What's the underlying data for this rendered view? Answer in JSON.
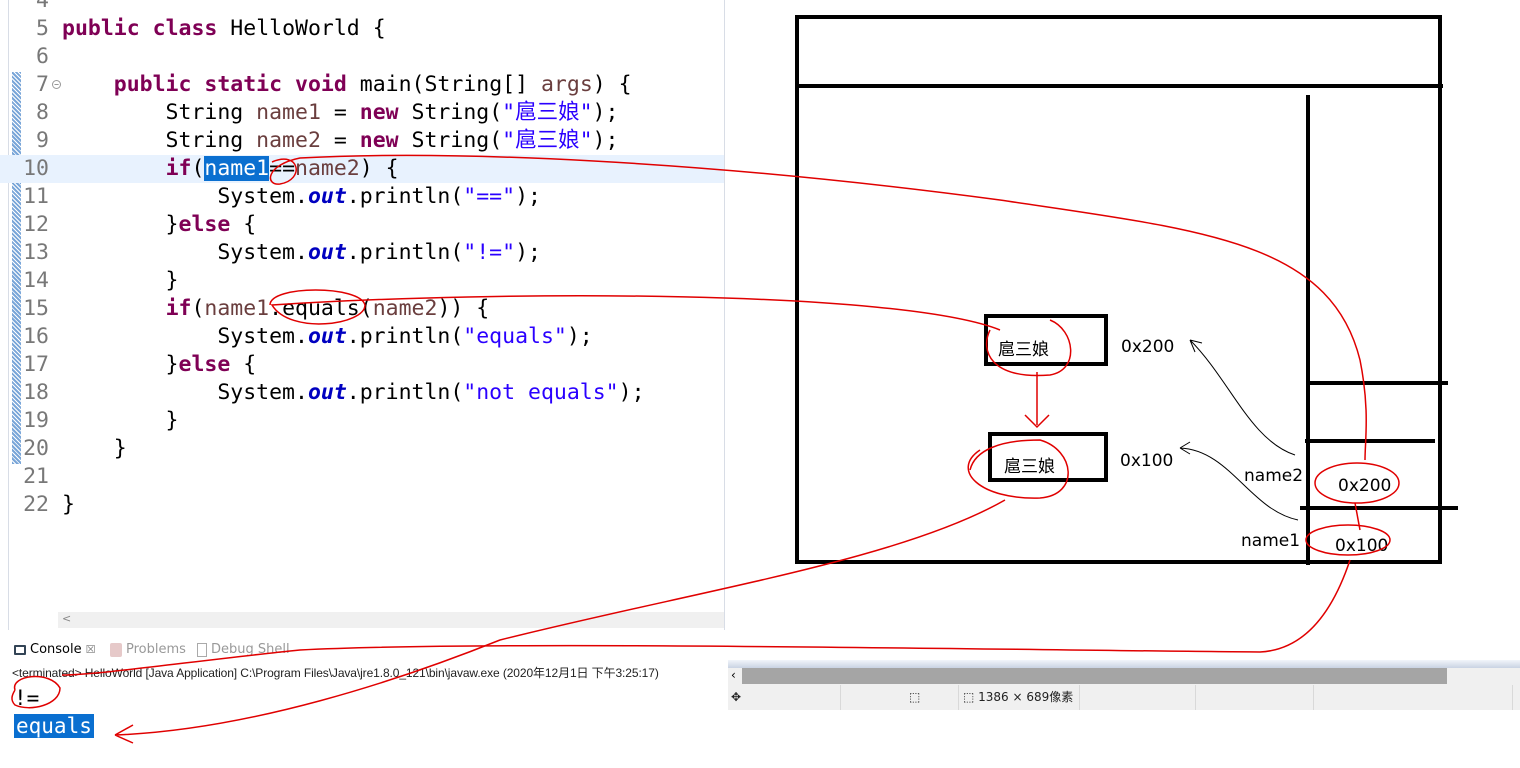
{
  "editor": {
    "lines": [
      {
        "num": "4",
        "tokens": []
      },
      {
        "num": "5",
        "tokens": [
          [
            "kw",
            "public"
          ],
          [
            "p",
            " "
          ],
          [
            "kw",
            "class"
          ],
          [
            "p",
            " HelloWorld {"
          ]
        ]
      },
      {
        "num": "6",
        "tokens": []
      },
      {
        "num": "7",
        "tokens": [
          [
            "p",
            "    "
          ],
          [
            "kw",
            "public"
          ],
          [
            "p",
            " "
          ],
          [
            "kw",
            "static"
          ],
          [
            "p",
            " "
          ],
          [
            "kw",
            "void"
          ],
          [
            "p",
            " main(String[] "
          ],
          [
            "var",
            "args"
          ],
          [
            "p",
            ") {"
          ]
        ]
      },
      {
        "num": "8",
        "tokens": [
          [
            "p",
            "        String "
          ],
          [
            "var",
            "name1"
          ],
          [
            "p",
            " = "
          ],
          [
            "kw",
            "new"
          ],
          [
            "p",
            " String("
          ],
          [
            "str",
            "\"扈三娘\""
          ],
          [
            "p",
            ");"
          ]
        ]
      },
      {
        "num": "9",
        "tokens": [
          [
            "p",
            "        String "
          ],
          [
            "var",
            "name2"
          ],
          [
            "p",
            " = "
          ],
          [
            "kw",
            "new"
          ],
          [
            "p",
            " String("
          ],
          [
            "str",
            "\"扈三娘\""
          ],
          [
            "p",
            ");"
          ]
        ]
      },
      {
        "num": "10",
        "tokens": [
          [
            "p",
            "        "
          ],
          [
            "kw",
            "if"
          ],
          [
            "p",
            "("
          ],
          [
            "sel",
            "name1"
          ],
          [
            "p",
            "=="
          ],
          [
            "var",
            "name2"
          ],
          [
            "p",
            ") {"
          ]
        ]
      },
      {
        "num": "11",
        "tokens": [
          [
            "p",
            "            System."
          ],
          [
            "field",
            "out"
          ],
          [
            "p",
            ".println("
          ],
          [
            "str",
            "\"==\""
          ],
          [
            "p",
            ");"
          ]
        ]
      },
      {
        "num": "12",
        "tokens": [
          [
            "p",
            "        }"
          ],
          [
            "kw",
            "else"
          ],
          [
            "p",
            " {"
          ]
        ]
      },
      {
        "num": "13",
        "tokens": [
          [
            "p",
            "            System."
          ],
          [
            "field",
            "out"
          ],
          [
            "p",
            ".println("
          ],
          [
            "str",
            "\"!=\""
          ],
          [
            "p",
            ");"
          ]
        ]
      },
      {
        "num": "14",
        "tokens": [
          [
            "p",
            "        }"
          ]
        ]
      },
      {
        "num": "15",
        "tokens": [
          [
            "p",
            "        "
          ],
          [
            "kw",
            "if"
          ],
          [
            "p",
            "("
          ],
          [
            "var",
            "name1"
          ],
          [
            "p",
            ".equals("
          ],
          [
            "var",
            "name2"
          ],
          [
            "p",
            ")) {"
          ]
        ]
      },
      {
        "num": "16",
        "tokens": [
          [
            "p",
            "            System."
          ],
          [
            "field",
            "out"
          ],
          [
            "p",
            ".println("
          ],
          [
            "str",
            "\"equals\""
          ],
          [
            "p",
            ");"
          ]
        ]
      },
      {
        "num": "17",
        "tokens": [
          [
            "p",
            "        }"
          ],
          [
            "kw",
            "else"
          ],
          [
            "p",
            " {"
          ]
        ]
      },
      {
        "num": "18",
        "tokens": [
          [
            "p",
            "            System."
          ],
          [
            "field",
            "out"
          ],
          [
            "p",
            ".println("
          ],
          [
            "str",
            "\"not equals\""
          ],
          [
            "p",
            ");"
          ]
        ]
      },
      {
        "num": "19",
        "tokens": [
          [
            "p",
            "        }"
          ]
        ]
      },
      {
        "num": "20",
        "tokens": [
          [
            "p",
            "    }"
          ]
        ]
      },
      {
        "num": "21",
        "tokens": []
      },
      {
        "num": "22",
        "tokens": [
          [
            "p",
            "}"
          ]
        ]
      }
    ],
    "scroll_left": "<"
  },
  "console": {
    "tabs": [
      {
        "label": "Console",
        "close": "☒"
      },
      {
        "label": "Problems"
      },
      {
        "label": "Debug Shell"
      }
    ],
    "header": "<terminated> HelloWorld [Java Application] C:\\Program Files\\Java\\jre1.8.0_121\\bin\\javaw.exe (2020年12月1日 下午3:25:17)",
    "output": [
      "!=",
      "equals"
    ]
  },
  "drawing": {
    "box_top_label": "扈三娘",
    "box_top_addr": "0x200",
    "box_bottom_label": "扈三娘",
    "box_bottom_addr": "0x100",
    "var_name2": "name2",
    "var_name2_value": "0x200",
    "var_name1": "name1",
    "var_name1_value": "0x100",
    "annotation_color": "#e00000"
  },
  "paint_status": {
    "dimensions": "1386 × 689像素"
  }
}
